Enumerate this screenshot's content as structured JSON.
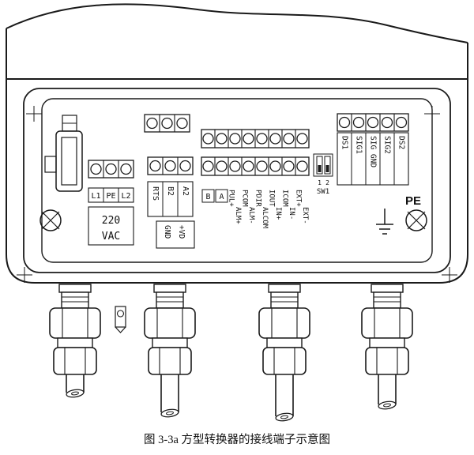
{
  "figure": {
    "caption": "图 3-3a 方型转换器的接线端子示意图"
  },
  "power_block": {
    "terminal_labels": [
      "L1",
      "PE",
      "L2"
    ],
    "voltage_line1": "220",
    "voltage_line2": "VAC"
  },
  "comm_block": {
    "labels": [
      "RTS",
      "B2",
      "A2"
    ],
    "aux_labels": [
      "GND",
      "+VD"
    ]
  },
  "io_block": {
    "b_label": "B",
    "a_label": "A",
    "labels": [
      {
        "text": "PUL+"
      },
      {
        "text": "ALM+"
      },
      {
        "text": "PCOM"
      },
      {
        "text": "ALM-"
      },
      {
        "text": "PDIR"
      },
      {
        "text": "ALCOM"
      },
      {
        "text": "IOUT"
      },
      {
        "text": "IN+"
      },
      {
        "text": "ICOM"
      },
      {
        "text": "IN-"
      },
      {
        "text": "EXT+"
      },
      {
        "text": "EXT-"
      }
    ]
  },
  "switch_block": {
    "label": "SW1",
    "positions": [
      "1",
      "2"
    ]
  },
  "signal_block": {
    "labels": [
      "DS1",
      "SIG1",
      "SIG GND",
      "SIG2",
      "DS2"
    ]
  },
  "ground": {
    "pe_label": "PE"
  }
}
